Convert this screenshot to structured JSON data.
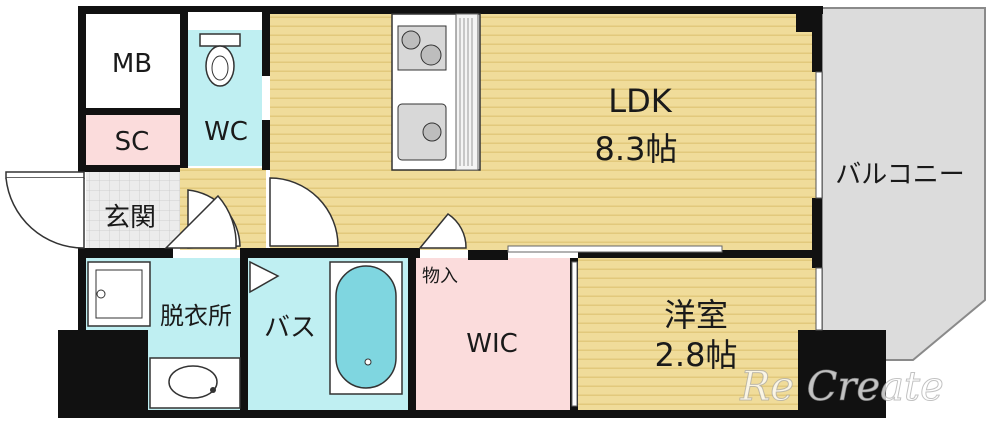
{
  "rooms": {
    "mb": {
      "label": "MB"
    },
    "sc": {
      "label": "SC"
    },
    "wc": {
      "label": "WC"
    },
    "genkan": {
      "label": "玄関"
    },
    "ldk": {
      "label": "LDK",
      "size": "8.3帖"
    },
    "balcony": {
      "label": "バルコニー"
    },
    "datsuijo": {
      "label": "脱衣所"
    },
    "bath": {
      "label": "バス"
    },
    "storage": {
      "label": "物入"
    },
    "wic": {
      "label": "WIC"
    },
    "western": {
      "label": "洋室",
      "size": "2.8帖"
    }
  },
  "watermark": "Re Create",
  "colors": {
    "wood": "#f0dc9a",
    "wood_stripe": "#e2c97c",
    "wet": "#bfeff2",
    "wic": "#fbdcdc",
    "balcony": "#dcdcdc",
    "wall": "#111111"
  }
}
